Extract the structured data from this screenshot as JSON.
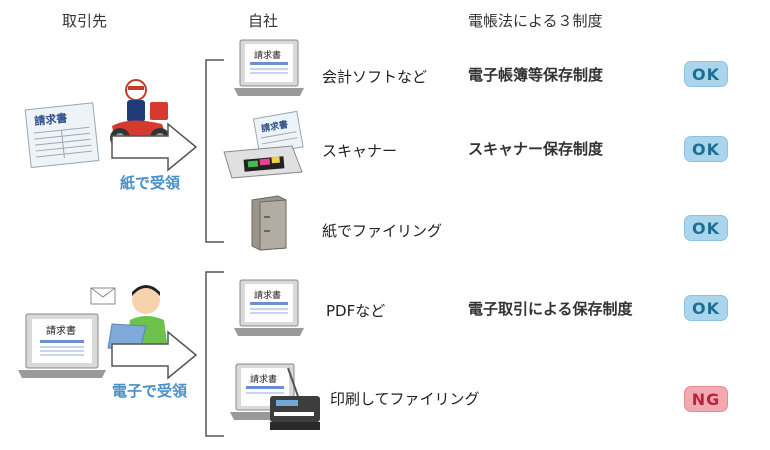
{
  "headers": {
    "partner": "取引先",
    "own_company": "自社",
    "three_systems": "電帳法による３制度"
  },
  "reception": {
    "paper": "紙で受領",
    "electronic": "電子で受領"
  },
  "invoice_label": "請求書",
  "rows": [
    {
      "method": "会計ソフトなど",
      "system": "電子帳簿等保存制度",
      "result": "OK"
    },
    {
      "method": "スキャナー",
      "system": "スキャナー保存制度",
      "result": "OK"
    },
    {
      "method": "紙でファイリング",
      "system": "",
      "result": "OK"
    },
    {
      "method": "PDFなど",
      "system": "電子取引による保存制度",
      "result": "OK"
    },
    {
      "method": "印刷してファイリング",
      "system": "",
      "result": "NG"
    }
  ],
  "colors": {
    "ok_bg": "#a9d6ec",
    "ok_text": "#1f6c95",
    "ng_bg": "#f2a9b2",
    "ng_text": "#b3263b",
    "receive_text": "#4a90c8"
  },
  "icons": [
    "invoice-paper-icon",
    "delivery-scooter-icon",
    "arrow-right-icon",
    "laptop-invoice-icon",
    "scanner-icon",
    "binder-icon",
    "person-laptop-icon",
    "mail-icon",
    "printer-icon"
  ]
}
